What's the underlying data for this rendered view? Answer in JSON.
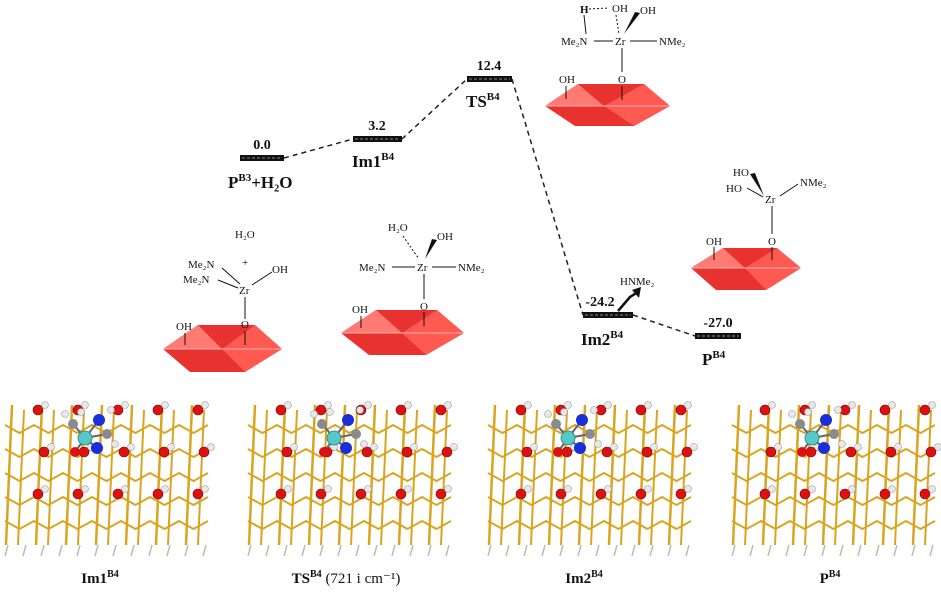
{
  "levels": [
    {
      "value": "0.0",
      "label": "P",
      "sup": "B3",
      "extra": "+H₂O"
    },
    {
      "value": "3.2",
      "label": "Im1",
      "sup": "B4",
      "extra": ""
    },
    {
      "value": "12.4",
      "label": "TS",
      "sup": "B4",
      "extra": ""
    },
    {
      "value": "-24.2",
      "label": "Im2",
      "sup": "B4",
      "extra": ""
    },
    {
      "value": "-27.0",
      "label": "P",
      "sup": "B4",
      "extra": ""
    }
  ],
  "structures": {
    "reactant": {
      "h2o": "H₂O",
      "charge": "+",
      "ligand1": "Me₂N",
      "ligand2": "Me₂N",
      "oh": "OH",
      "zr": "Zr",
      "o": "O",
      "surface_oh": "OH"
    },
    "im1": {
      "h2o": "H₂O",
      "oh": "OH",
      "left": "Me₂N",
      "zr": "Zr",
      "right": "NMe₂",
      "o": "O",
      "surface_oh": "OH"
    },
    "ts": {
      "h": "H",
      "oh1": "OH",
      "oh2": "OH",
      "left": "Me₂N",
      "zr": "Zr",
      "right": "NMe₂",
      "o": "O",
      "surface_oh": "OH"
    },
    "im2": {
      "product": "HNMe₂"
    },
    "product": {
      "oh1": "HO",
      "oh2": "HO",
      "right": "NMe₂",
      "zr": "Zr",
      "o": "O",
      "surface_oh": "OH"
    }
  },
  "captions": [
    {
      "main": "Im1",
      "sup": "B4",
      "extra": ""
    },
    {
      "main": "TS",
      "sup": "B4",
      "extra": " (721 i cm⁻¹)"
    },
    {
      "main": "Im2",
      "sup": "B4",
      "extra": ""
    },
    {
      "main": "P",
      "sup": "B4",
      "extra": ""
    }
  ],
  "colors": {
    "surface": "#e8322f",
    "surface_light": "#ff7a72",
    "lattice": "#d9a520",
    "oxygen": "#dd1111",
    "hydrogen": "#e8e8e8",
    "nitrogen": "#1a2fd8",
    "zirconium": "#57c8c8",
    "carbon": "#8a8a8a"
  }
}
